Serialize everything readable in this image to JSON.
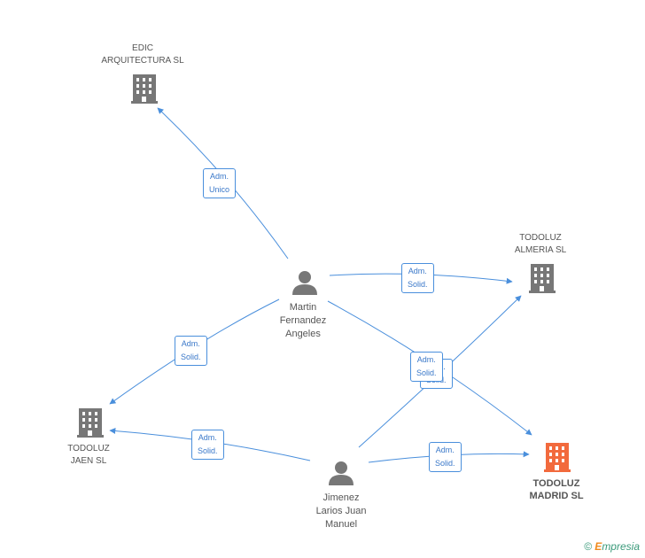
{
  "colors": {
    "edge": "#4a8fdc",
    "building": "#777777",
    "building_main": "#f26a3d",
    "person": "#777777"
  },
  "companies": [
    {
      "id": "edic",
      "name_line1": "EDIC",
      "name_line2": "ARQUITECTURA SL",
      "icon": "building-icon",
      "main": false
    },
    {
      "id": "almeria",
      "name_line1": "TODOLUZ",
      "name_line2": "ALMERIA SL",
      "icon": "building-icon",
      "main": false
    },
    {
      "id": "jaen",
      "name_line1": "TODOLUZ",
      "name_line2": "JAEN SL",
      "icon": "building-icon",
      "main": false
    },
    {
      "id": "madrid",
      "name_line1": "TODOLUZ",
      "name_line2": "MADRID SL",
      "icon": "building-icon",
      "main": true
    }
  ],
  "people": [
    {
      "id": "martin",
      "line1": "Martin",
      "line2": "Fernandez",
      "line3": "Angeles",
      "icon": "person-icon"
    },
    {
      "id": "jimenez",
      "line1": "Jimenez",
      "line2": "Larios Juan",
      "line3": "Manuel",
      "icon": "person-icon"
    }
  ],
  "edges": [
    {
      "id": "martin-edic",
      "line1": "Adm.",
      "line2": "Unico"
    },
    {
      "id": "martin-almeria",
      "line1": "Adm.",
      "line2": "Solid."
    },
    {
      "id": "martin-jaen",
      "line1": "Adm.",
      "line2": "Solid."
    },
    {
      "id": "martin-madrid",
      "line1": "Adm.",
      "line2": "Solid."
    },
    {
      "id": "jimenez-almeria",
      "line1": "Adm.",
      "line2": "Solid."
    },
    {
      "id": "jimenez-jaen",
      "line1": "Adm.",
      "line2": "Solid."
    },
    {
      "id": "jimenez-madrid",
      "line1": "Adm.",
      "line2": "Solid."
    }
  ],
  "watermark": {
    "copyright": "©",
    "brand_initial": "E",
    "brand_rest": "mpresia"
  }
}
